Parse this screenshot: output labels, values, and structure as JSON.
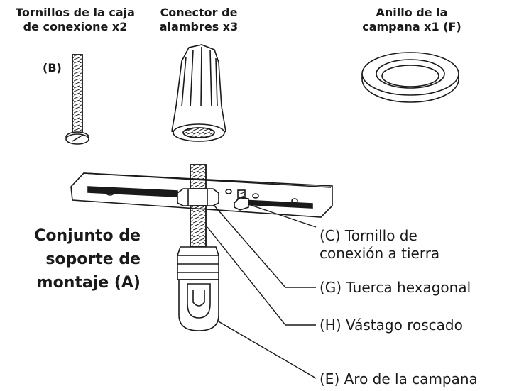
{
  "parts": {
    "b": {
      "title_line1": "Tornillos de la caja",
      "title_line2": "de conexione x2",
      "tag": "(B)"
    },
    "wire_connector": {
      "title_line1": "Conector de",
      "title_line2": "alambres x3"
    },
    "f": {
      "title_line1": "Anillo de la",
      "title_line2": "campana x1  (F)"
    }
  },
  "assembly": {
    "line1": "Conjunto de",
    "line2": "soporte de",
    "line3": "montaje (A)"
  },
  "callouts": {
    "c_line1": "(C) Tornillo de",
    "c_line2": "conexión a tierra",
    "g": "(G) Tuerca hexagonal",
    "h": "(H) Vástago roscado",
    "e": "(E) Aro de la campana"
  }
}
